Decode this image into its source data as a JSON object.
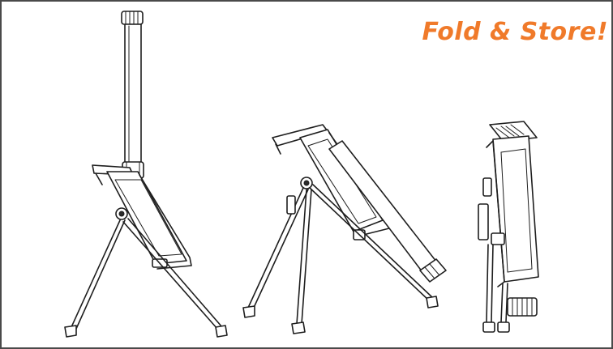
{
  "headline": {
    "text": "Fold & Store!",
    "color": "#f07a2a"
  },
  "illustrations": [
    {
      "id": "extended",
      "icon": "tripod-extended-illustration"
    },
    {
      "id": "folding",
      "icon": "tripod-folding-illustration"
    },
    {
      "id": "stored",
      "icon": "tripod-stored-illustration"
    }
  ]
}
